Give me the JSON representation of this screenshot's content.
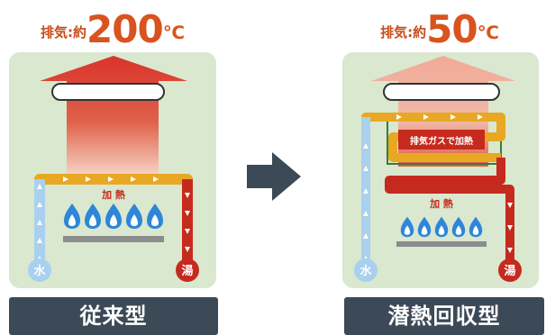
{
  "conventional": {
    "exhaust_label": "排気:約",
    "exhaust_temp": "200",
    "unit": "℃",
    "heating_label": "加 熱",
    "water_label": "水",
    "hot_water_label": "湯",
    "caption": "従来型"
  },
  "latent": {
    "exhaust_label": "排気:約",
    "exhaust_temp": "50",
    "unit": "℃",
    "recovery_label": "排気ガスで加熱",
    "heating_label": "加 熱",
    "water_label": "水",
    "hot_water_label": "湯",
    "caption": "潜熱回収型"
  },
  "colors": {
    "panel_bg": "#d9e8cf",
    "hot_arrow": "#d9342a",
    "cool_arrow": "#f3aa98",
    "water_pipe": "#a9d0ee",
    "hot_pipe": "#c62a1e",
    "warm_pipe": "#e8a823",
    "caption_bg": "#3c4a57",
    "temp_text": "#d9531e",
    "flame": "#2e86d8",
    "middle_arrow": "#3c4a57"
  },
  "icons": [
    "flame-icon",
    "arrow-right-icon",
    "exhaust-arrow-icon"
  ]
}
